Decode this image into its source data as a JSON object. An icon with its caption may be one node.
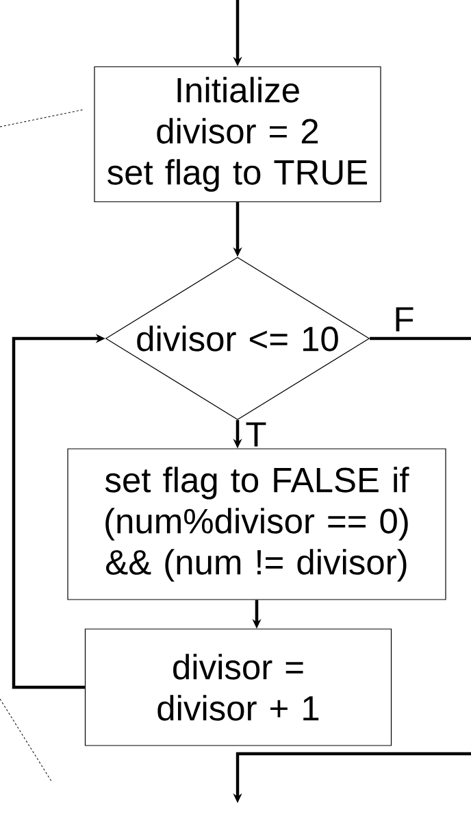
{
  "diagram": {
    "nodes": [
      {
        "text": [
          "Initialize",
          "divisor = 2",
          "set flag to TRUE"
        ]
      },
      {
        "text": [
          "divisor <= 10"
        ]
      },
      {
        "text": [
          "set flag to FALSE if (num%divisor == 0) && (num != divisor)"
        ]
      },
      {
        "text": [
          "divisor = divisor + 1"
        ]
      }
    ],
    "edges": [
      {
        "from": null,
        "to": 0,
        "arrow": "to"
      },
      {
        "from": 0,
        "to": 1,
        "arrow": "to"
      },
      {
        "from": 1,
        "to": null,
        "arrow": "none",
        "label": "F"
      },
      {
        "from": 1,
        "to": 2,
        "arrow": "to",
        "label": "T"
      },
      {
        "from": 2,
        "to": 3,
        "arrow": "to"
      },
      {
        "from": 3,
        "to": 1,
        "arrow": "to"
      }
    ]
  }
}
